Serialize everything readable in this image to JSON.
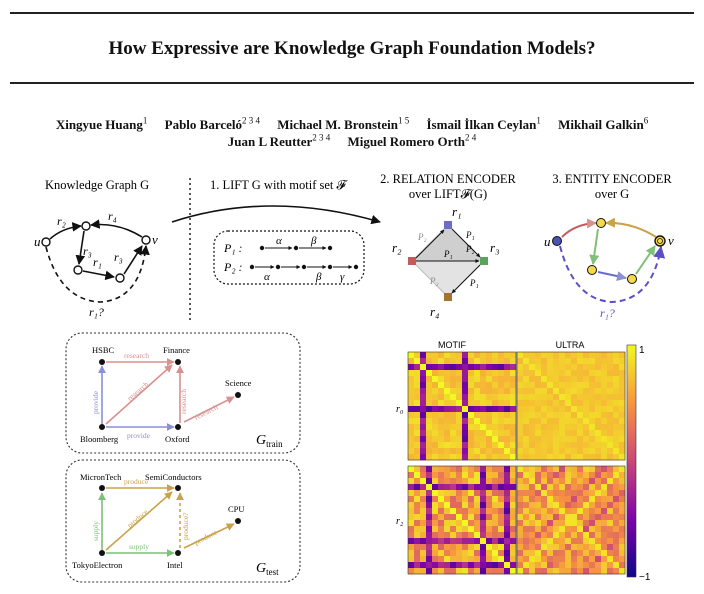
{
  "title": "How Expressive are Knowledge Graph Foundation Models?",
  "authors_line1": [
    {
      "name": "Xingyue Huang",
      "aff": "1"
    },
    {
      "name": "Pablo Barceló",
      "aff": "2 3 4"
    },
    {
      "name": "Michael M. Bronstein",
      "aff": "1 5"
    },
    {
      "name": "İsmail İlkan Ceylan",
      "aff": "1"
    },
    {
      "name": "Mikhail Galkin",
      "aff": "6"
    }
  ],
  "authors_line2": [
    {
      "name": "Juan L Reutter",
      "aff": "2 3 4"
    },
    {
      "name": "Miguel Romero Orth",
      "aff": "2 4"
    }
  ],
  "diagram": {
    "kg_label": "Knowledge Graph G",
    "step1": "1. LIFT G with motif set 𝓕",
    "step2_line1": "2. RELATION ENCODER",
    "step2_line2": "over LIFT𝓕(G)",
    "step3_line1": "3. ENTITY ENCODER",
    "step3_line2": "over G",
    "u": "u",
    "v": "v",
    "r1": "r₁",
    "r2": "r₂",
    "r3": "r₃",
    "r4": "r₄",
    "query": "r₁?",
    "p1": "P₁ :",
    "p2": "P₂ :",
    "alpha": "α",
    "beta": "β",
    "gamma": "γ",
    "P1": "P₁",
    "P2": "P₂"
  },
  "train_graph": {
    "nodes": {
      "hsbc": "HSBC",
      "finance": "Finance",
      "science": "Science",
      "bloomberg": "Bloomberg",
      "oxford": "Oxford"
    },
    "edges": {
      "research": "research",
      "provide": "provide"
    },
    "label": "G",
    "sub": "train"
  },
  "test_graph": {
    "nodes": {
      "micron": "MicronTech",
      "semi": "SemiConductors",
      "cpu": "CPU",
      "tokyo": "TokyoElectron",
      "intel": "Intel"
    },
    "edges": {
      "produce": "produce",
      "supply": "supply",
      "produce_q": "produce?"
    },
    "label": "G",
    "sub": "test"
  },
  "heatmaps": {
    "col_motif": "MOTIF",
    "col_ultra": "ULTRA",
    "row_r0": "r₀",
    "row_r2": "r₂",
    "cbar_max": "1",
    "cbar_min": "−1"
  },
  "colors": {
    "research": "#d9908f",
    "provide": "#8a8fd6",
    "produce": "#c9a24a",
    "supply": "#7fbf7a",
    "query": "#5a4fc4"
  }
}
